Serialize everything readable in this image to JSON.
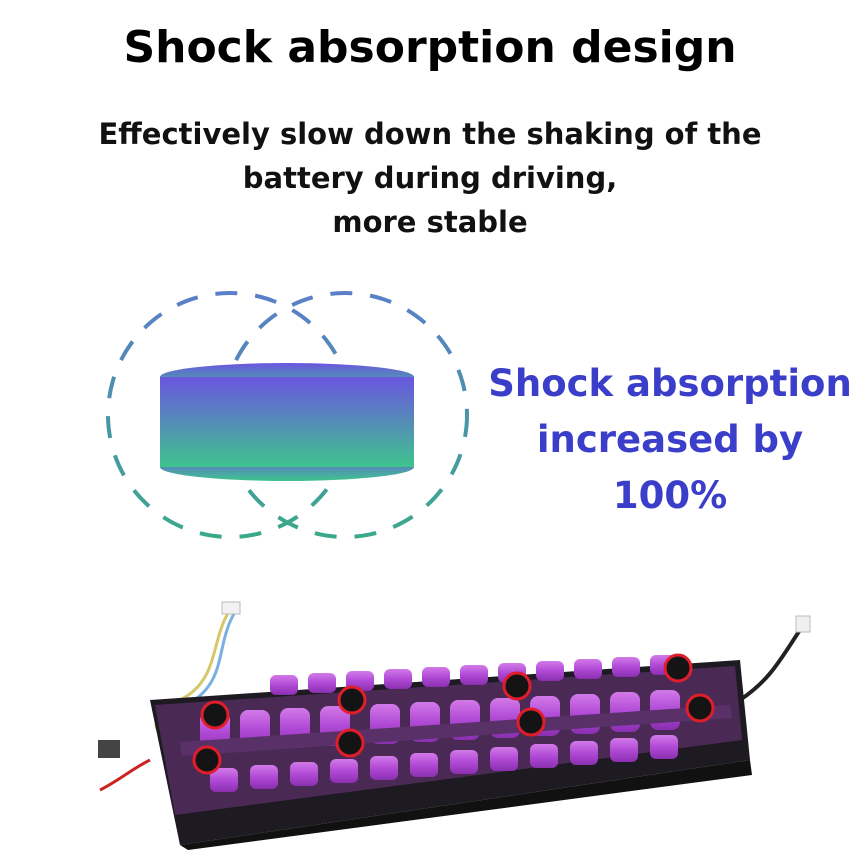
{
  "header": {
    "title": "Shock absorption design",
    "subtitle_lines": [
      "Effectively slow down the shaking of the",
      "battery during driving,",
      "more stable"
    ]
  },
  "callout": {
    "lines": [
      "Shock absorption",
      "increased by",
      "100%"
    ],
    "color": "#3b3ec9"
  },
  "illustration": {
    "icons": [
      "shock-absorber-icon",
      "battery-pack-image"
    ],
    "gradient_colors": [
      "#6a55e0",
      "#3fc48e"
    ],
    "dashed_circle_colors": [
      "#5b7fc9",
      "#3aa98a"
    ],
    "marker_color": "#e01e2b",
    "cell_color": "#b04ad6"
  }
}
